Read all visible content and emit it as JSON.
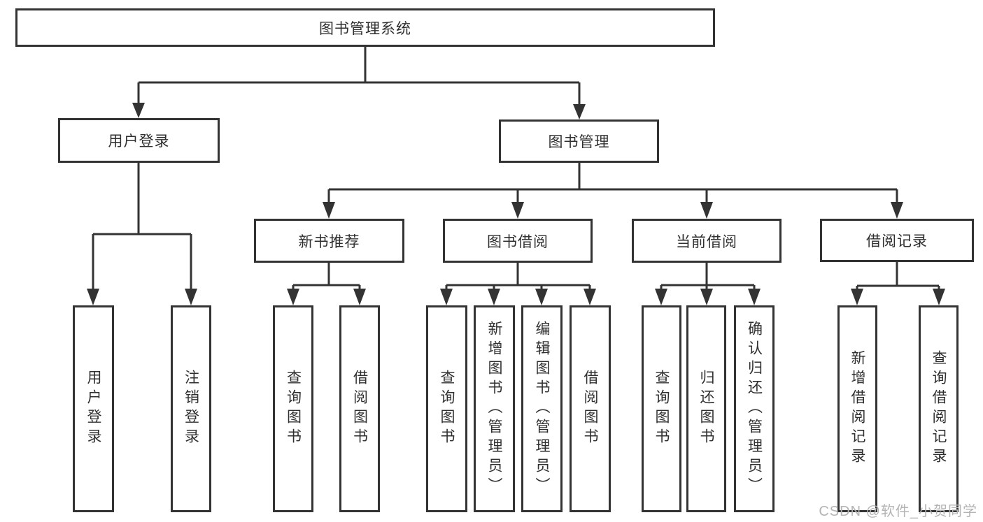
{
  "diagram_title": "图书管理系统",
  "nodes": {
    "root": "图书管理系统",
    "user_login": "用户登录",
    "book_mgmt": "图书管理",
    "new_books": "新书推荐",
    "book_borrow": "图书借阅",
    "current_borrow": "当前借阅",
    "borrow_records": "借阅记录",
    "leaf_user_login": "用户登录",
    "leaf_logout": "注销登录",
    "leaf_nb_query": "查询图书",
    "leaf_nb_borrow": "借阅图书",
    "leaf_bb_query": "查询图书",
    "leaf_bb_add": "新增图书（管理员）",
    "leaf_bb_edit": "编辑图书（管理员）",
    "leaf_bb_borrow": "借阅图书",
    "leaf_cb_query": "查询图书",
    "leaf_cb_return": "归还图书",
    "leaf_cb_confirm": "确认归还（管理员）",
    "leaf_br_add": "新增借阅记录",
    "leaf_br_query": "查询借阅记录"
  },
  "hierarchy": {
    "图书管理系统": [
      "用户登录",
      "图书管理"
    ],
    "用户登录": [
      "用户登录",
      "注销登录"
    ],
    "图书管理": [
      "新书推荐",
      "图书借阅",
      "当前借阅",
      "借阅记录"
    ],
    "新书推荐": [
      "查询图书",
      "借阅图书"
    ],
    "图书借阅": [
      "查询图书",
      "新增图书（管理员）",
      "编辑图书（管理员）",
      "借阅图书"
    ],
    "当前借阅": [
      "查询图书",
      "归还图书",
      "确认归还（管理员）"
    ],
    "借阅记录": [
      "新增借阅记录",
      "查询借阅记录"
    ]
  },
  "watermark": "CSDN @软件_小贺同学",
  "colors": {
    "line": "#333333",
    "text": "#2f2f2f",
    "watermark": "#b4b4b4",
    "background": "#ffffff"
  }
}
